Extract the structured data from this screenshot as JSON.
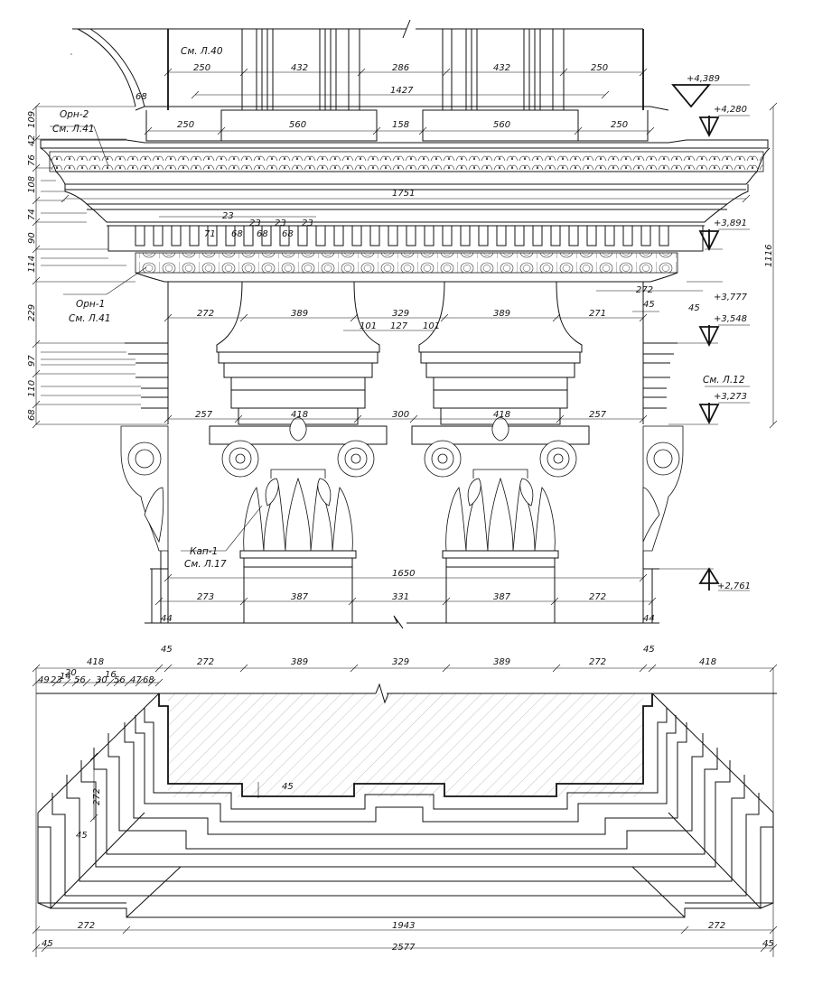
{
  "labels": {
    "ref_l40": "См. Л.40",
    "orn2_name": "Орн-2",
    "orn2_ref": "См. Л.41",
    "orn1_name": "Орн-1",
    "orn1_ref": "См. Л.41",
    "kap1_name": "Кап-1",
    "kap1_ref": "См. Л.17",
    "ref_l12": "См. Л.12"
  },
  "elevations": [
    "+4,389",
    "+4,280",
    "+3,891",
    "+3,777",
    "+3,548",
    "+3,273",
    "+2,761"
  ],
  "dims": {
    "top_row1": [
      "250",
      "432",
      "286",
      "432",
      "250"
    ],
    "top_1427": "1427",
    "row_block": [
      "250",
      "560",
      "158",
      "560",
      "250"
    ],
    "d68": "68",
    "d1751": "1751",
    "dentils": [
      "23",
      "71",
      "68",
      "23",
      "68",
      "23",
      "68",
      "23"
    ],
    "row_272a": [
      "272",
      "389",
      "329",
      "389",
      "271"
    ],
    "small_101": [
      "101",
      "127",
      "101"
    ],
    "right_272": "272",
    "right_45a": "45",
    "right_45b": "45",
    "row_cap": [
      "257",
      "418",
      "300",
      "418",
      "257"
    ],
    "d1650": "1650",
    "row_base": [
      "273",
      "387",
      "331",
      "387",
      "272"
    ],
    "base_44": [
      "44",
      "44"
    ],
    "d1116": "1116",
    "left_vert": [
      "109",
      "42",
      "76",
      "108",
      "74",
      "90",
      "114",
      "229",
      "97",
      "110",
      "68"
    ],
    "plan_top": [
      "418",
      "45",
      "272",
      "389",
      "329",
      "389",
      "272",
      "45",
      "418"
    ],
    "plan_small": [
      "49",
      "23",
      "14",
      "20",
      "56",
      "30",
      "16",
      "56",
      "47",
      "68"
    ],
    "plan_45_inner": "45",
    "plan_272_vert": "272",
    "plan_45_left": "45",
    "plan_bottom": [
      "272",
      "1943",
      "272"
    ],
    "plan_45_bl": "45",
    "plan_45_br": "45",
    "plan_2577": "2577"
  }
}
